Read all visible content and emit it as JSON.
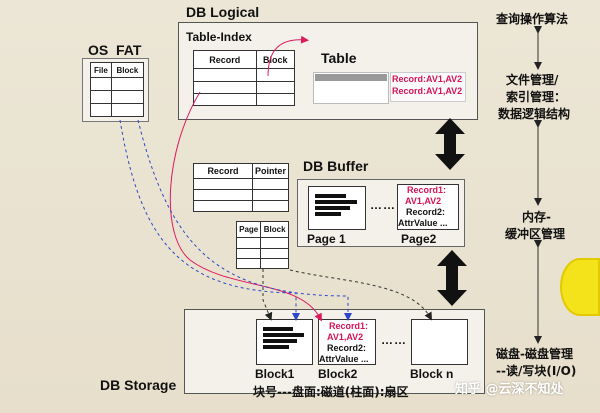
{
  "db_logical": {
    "title": "DB Logical"
  },
  "os_fat": {
    "title": "OS  FAT",
    "columns": [
      "File",
      "Block"
    ]
  },
  "table_index": {
    "title": "Table-Index",
    "columns": [
      "Record",
      "Block"
    ]
  },
  "table": {
    "title": "Table",
    "records": [
      "Record:AV1,AV2",
      "Record:AV1,AV2"
    ]
  },
  "db_buffer": {
    "title": "DB Buffer",
    "record_pointer_columns": [
      "Record",
      "Pointer"
    ],
    "page_block_columns": [
      "Page",
      "Block"
    ],
    "page1_label": "Page 1",
    "page2_label": "Page2",
    "dots": "……",
    "page2_lines": {
      "rec1": "Record1:",
      "av": "AV1,AV2",
      "rec2": "Record2:",
      "attr": "AttrValue ..."
    }
  },
  "db_storage": {
    "title": "DB Storage",
    "block1_label": "Block1",
    "block2_label": "Block2",
    "blockn_label": "Block n",
    "dots": "……",
    "block2_lines": {
      "rec1": "Record1:",
      "av": "AV1,AV2",
      "rec2": "Record2:",
      "attr": "AttrValue ..."
    },
    "caption": "块号---盘面:磁道(柱面):扇区"
  },
  "right_panel": {
    "query": "查询操作算法",
    "file_mgmt_1": "文件管理/",
    "file_mgmt_2": "索引管理：",
    "file_mgmt_3": "数据逻辑结构",
    "memory_1": "内存-",
    "memory_2": "缓冲区管理",
    "disk_1": "磁盘-磁盘管理",
    "disk_2": "--读/写块(I/O)"
  },
  "watermark": "知乎 @云深不知处"
}
